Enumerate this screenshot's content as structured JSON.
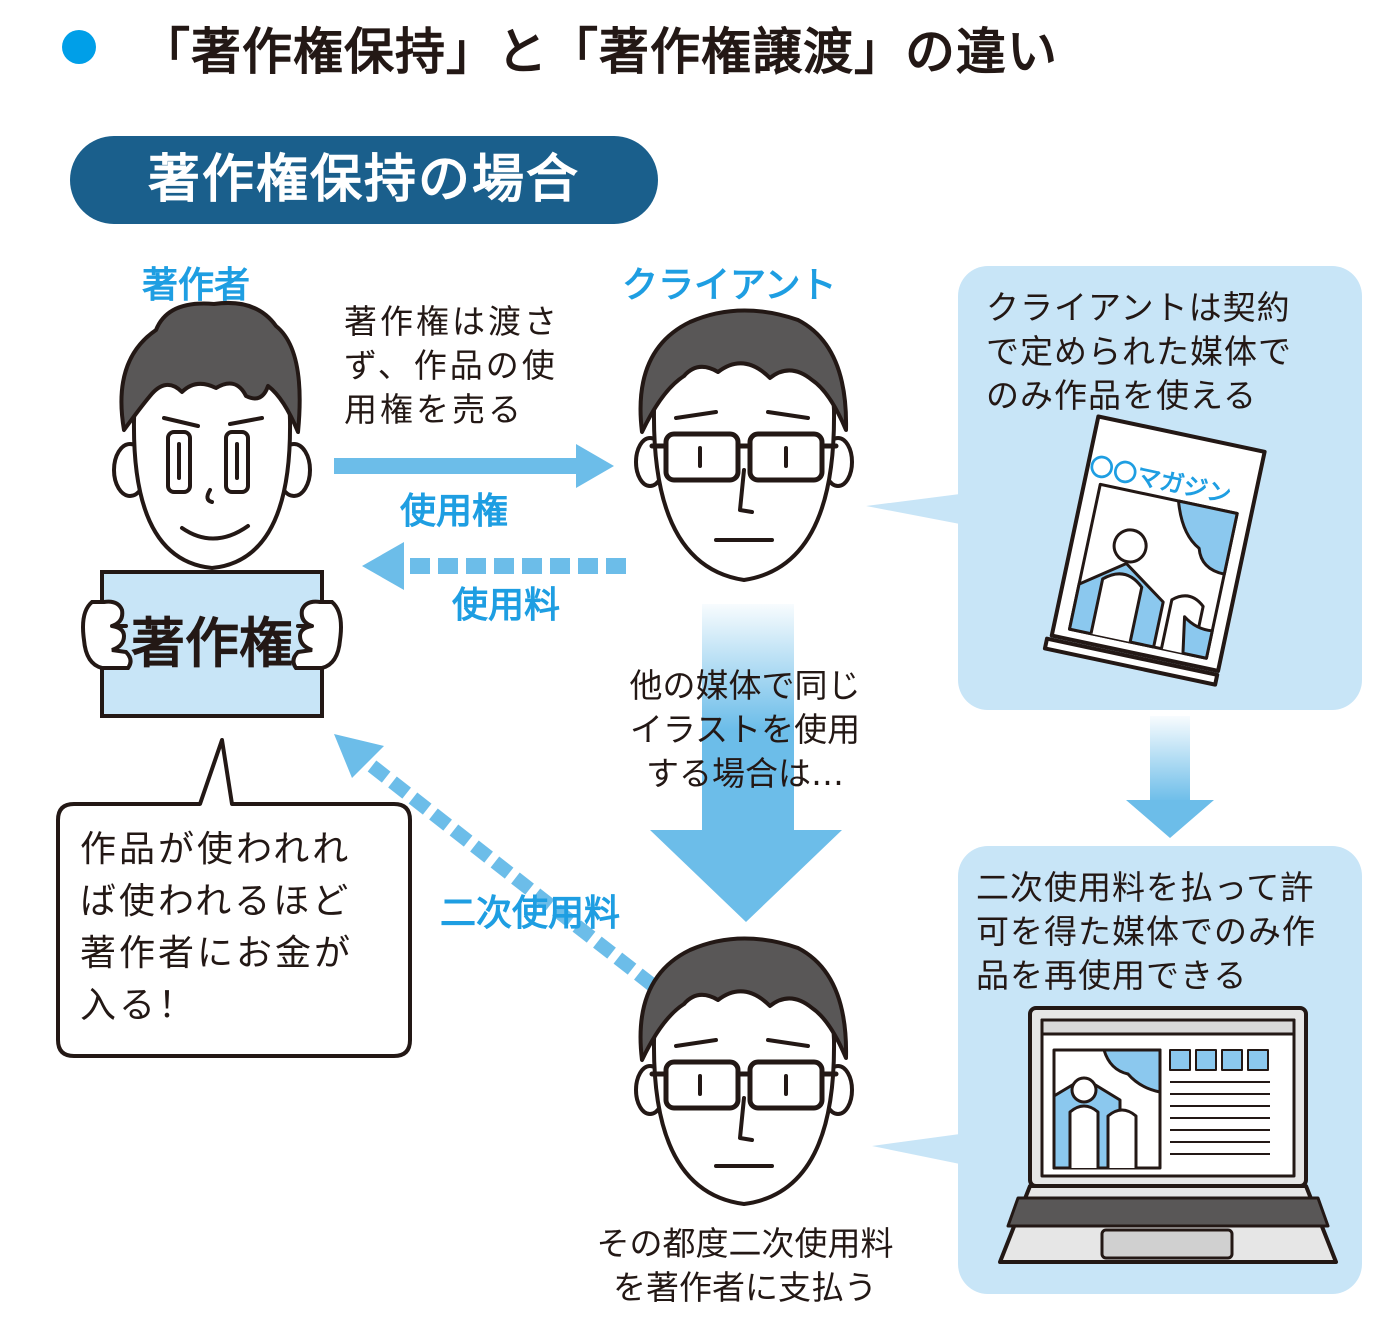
{
  "header": {
    "title": "「著作権保持」と「著作権譲渡」の違い",
    "section_label": "著作権保持の場合"
  },
  "roles": {
    "author": "著作者",
    "client": "クライアント"
  },
  "author_card": {
    "label": "著作権"
  },
  "flows": {
    "sell_note": [
      "著作権は渡さ",
      "ず、作品の使",
      "用権を売る"
    ],
    "usage_right": "使用権",
    "usage_fee": "使用料",
    "other_media_note": [
      "他の媒体で同じ",
      "イラストを使用",
      "する場合は…"
    ],
    "secondary_fee": "二次使用料",
    "pay_note": [
      "その都度二次使用料",
      "を著作者に支払う"
    ]
  },
  "speech": {
    "lines": [
      "作品が使われれ",
      "ば使われるほど",
      "著作者にお金が",
      "入る！"
    ]
  },
  "panel_top": {
    "lines": [
      "クライアントは契約",
      "で定められた媒体で",
      "のみ作品を使える"
    ],
    "magazine_title": "〇〇マガジン"
  },
  "panel_bottom": {
    "lines": [
      "二次使用料を払って許",
      "可を得た媒体でのみ作",
      "品を再使用できる"
    ]
  },
  "colors": {
    "accent_blue": "#1e9ee2",
    "panel_blue": "#c8e5f7",
    "pill_navy": "#1a5f8c",
    "arrow_blue": "#6cbde9",
    "bullet_blue": "#009fe8"
  }
}
